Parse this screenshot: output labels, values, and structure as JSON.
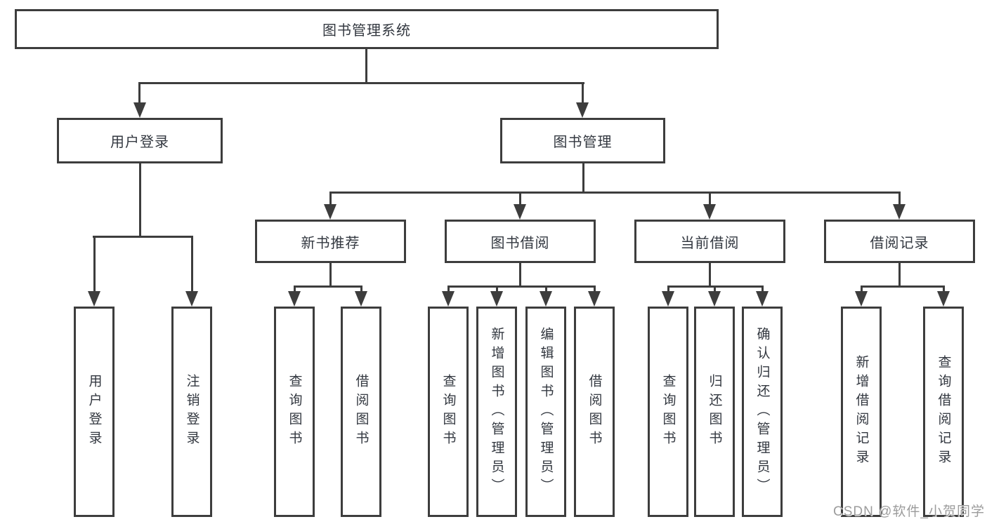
{
  "nodes": {
    "root": {
      "label": "图书管理系统"
    },
    "user_login": {
      "label": "用户登录"
    },
    "book_management": {
      "label": "图书管理"
    },
    "new_book_recommend": {
      "label": "新书推荐"
    },
    "book_borrowing": {
      "label": "图书借阅"
    },
    "current_borrowing": {
      "label": "当前借阅"
    },
    "borrowing_records": {
      "label": "借阅记录"
    },
    "leaf_user_login": {
      "label": "用户登录"
    },
    "leaf_logout_login": {
      "label": "注销登录"
    },
    "leaf_query_books_a": {
      "label": "查询图书"
    },
    "leaf_borrow_books_a": {
      "label": "借阅图书"
    },
    "leaf_query_books_b": {
      "label": "查询图书"
    },
    "leaf_add_books_admin": {
      "label": "新增图书（管理员）"
    },
    "leaf_edit_books_admin": {
      "label": "编辑图书（管理员）"
    },
    "leaf_borrow_books_b": {
      "label": "借阅图书"
    },
    "leaf_query_books_c": {
      "label": "查询图书"
    },
    "leaf_return_books": {
      "label": "归还图书"
    },
    "leaf_confirm_return_admin": {
      "label": "确认归还（管理员）"
    },
    "leaf_add_borrow_record": {
      "label": "新增借阅记录"
    },
    "leaf_query_borrow_record": {
      "label": "查询借阅记录"
    }
  },
  "hierarchy": {
    "图书管理系统": {
      "用户登录": [
        "用户登录",
        "注销登录"
      ],
      "图书管理": {
        "新书推荐": [
          "查询图书",
          "借阅图书"
        ],
        "图书借阅": [
          "查询图书",
          "新增图书（管理员）",
          "编辑图书（管理员）",
          "借阅图书"
        ],
        "当前借阅": [
          "查询图书",
          "归还图书",
          "确认归还（管理员）"
        ],
        "借阅记录": [
          "新增借阅记录",
          "查询借阅记录"
        ]
      }
    }
  },
  "watermark": {
    "text": "CSDN @软件_小贺同学"
  },
  "colors": {
    "line": "#3d3d3d",
    "text": "#333840",
    "watermark": "#9c9c9c",
    "background": "#ffffff"
  }
}
